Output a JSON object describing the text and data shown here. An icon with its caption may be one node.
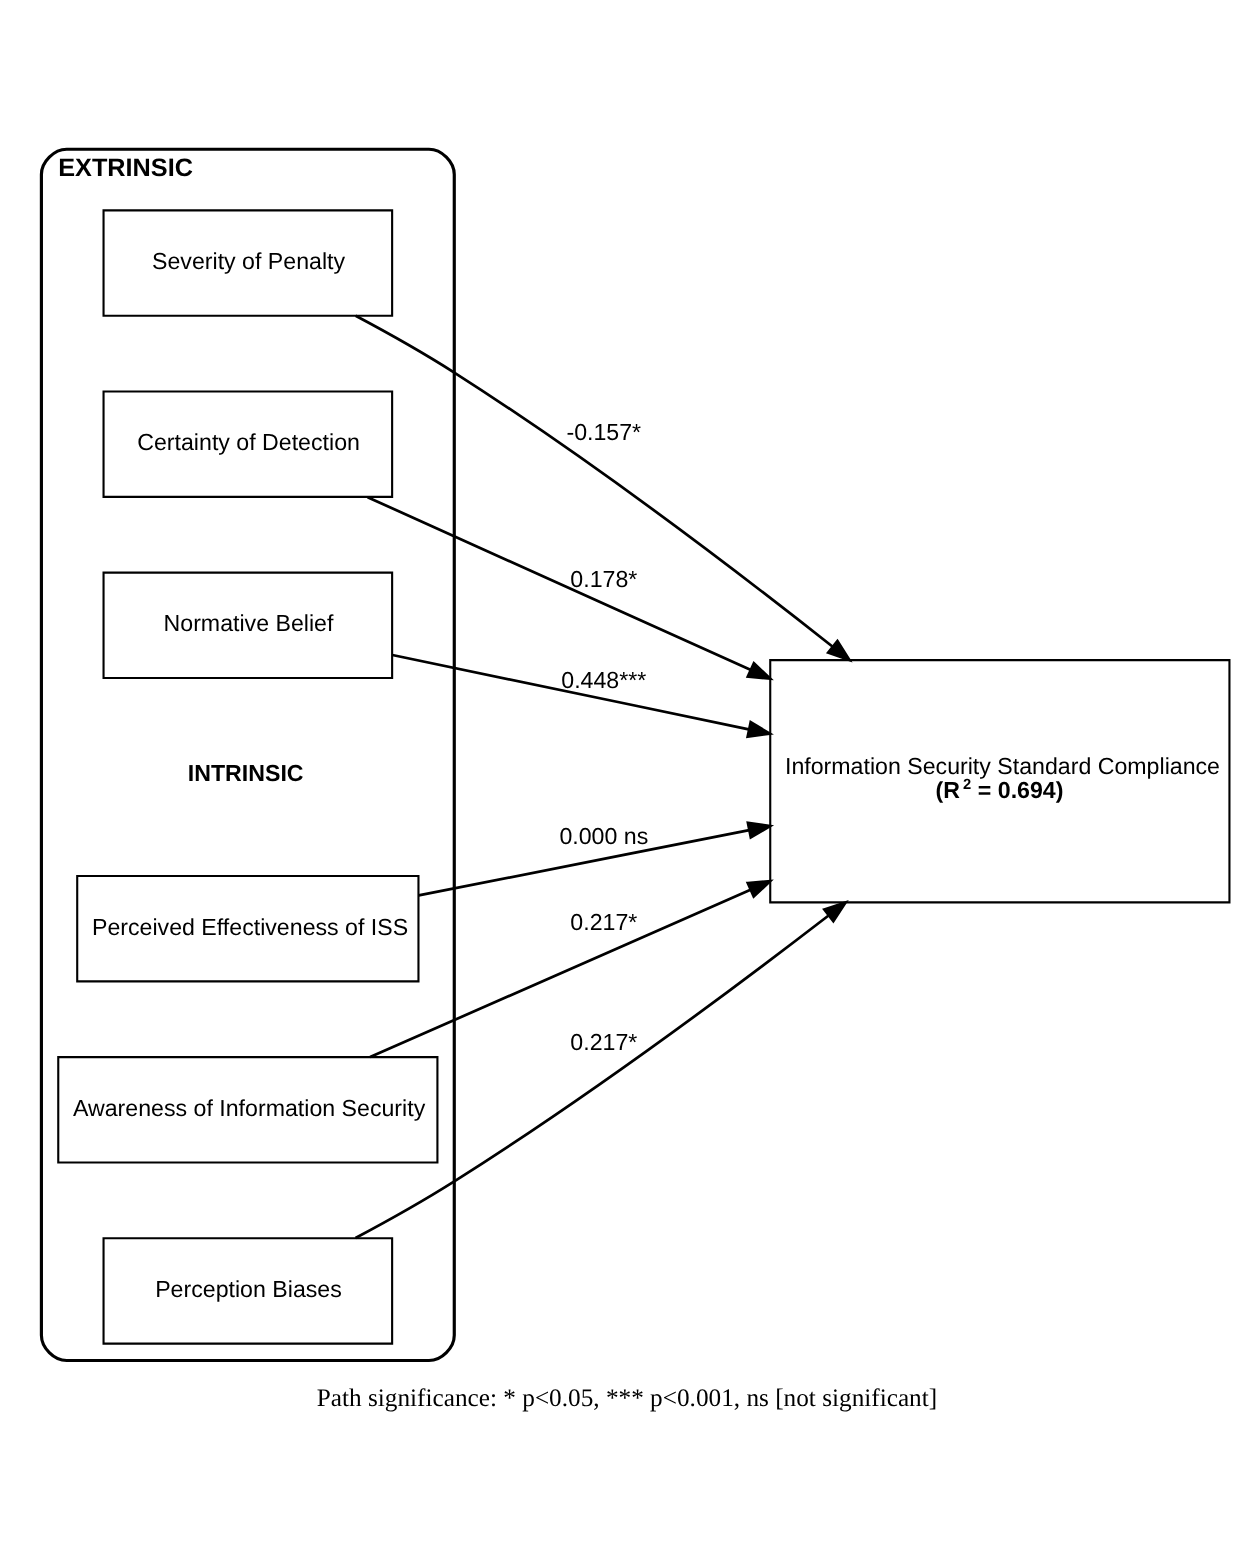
{
  "diagram": {
    "caption": "Path significance: * p<0.05, *** p<0.001, ns [not significant]",
    "nodes": [
      {
        "text": [
          "EXTRINSIC",
          "INTRINSIC"
        ]
      },
      {
        "text": [
          "Severity of Penalty"
        ],
        "in": 0
      },
      {
        "text": [
          "Certainty of Detection"
        ],
        "in": 0
      },
      {
        "text": [
          "Normative Belief"
        ],
        "in": 0
      },
      {
        "text": [
          "Perceived Effectiveness of ISS"
        ],
        "in": 0
      },
      {
        "text": [
          "Awareness of Information Security"
        ],
        "in": 0
      },
      {
        "text": [
          "Perception Biases"
        ],
        "in": 0
      },
      {
        "text": [
          "Information Security Standard Compliance",
          "(R$^{2}$ = 0.694)"
        ]
      }
    ],
    "edges": [
      {
        "from": 1,
        "to": 7,
        "arrow": "to",
        "label": "-0.157*"
      },
      {
        "from": 2,
        "to": 7,
        "arrow": "to",
        "label": "0.178*"
      },
      {
        "from": 3,
        "to": 7,
        "arrow": "to",
        "label": "0.448***"
      },
      {
        "from": 4,
        "to": 7,
        "arrow": "to",
        "label": "0.000 ns"
      },
      {
        "from": 5,
        "to": 7,
        "arrow": "to",
        "label": "0.217*"
      },
      {
        "from": 6,
        "to": 7,
        "arrow": "to",
        "label": "0.217*"
      }
    ]
  }
}
